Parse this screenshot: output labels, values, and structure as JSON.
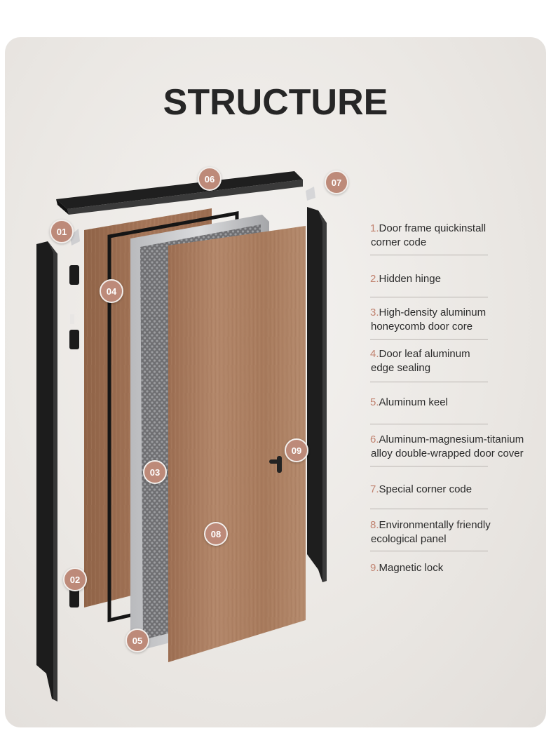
{
  "title": "STRUCTURE",
  "badges": {
    "b01": "01",
    "b02": "02",
    "b03": "03",
    "b04": "04",
    "b05": "05",
    "b06": "06",
    "b07": "07",
    "b08": "08",
    "b09": "09"
  },
  "legend": [
    {
      "num": "1.",
      "line1": "Door frame quickinstall",
      "line2": "corner code"
    },
    {
      "num": "2.",
      "line1": "Hidden hinge",
      "line2": ""
    },
    {
      "num": "3.",
      "line1": "High-density aluminum",
      "line2": "honeycomb door core"
    },
    {
      "num": "4.",
      "line1": "Door leaf aluminum",
      "line2": "edge sealing"
    },
    {
      "num": "5.",
      "line1": "Aluminum keel",
      "line2": ""
    },
    {
      "num": "6.",
      "line1": "Aluminum-magnesium-titanium",
      "line2": "alloy double-wrapped door cover"
    },
    {
      "num": "7.",
      "line1": "Special corner code",
      "line2": ""
    },
    {
      "num": "8.",
      "line1": "Environmentally friendly",
      "line2": "ecological panel"
    },
    {
      "num": "9.",
      "line1": "Magnetic lock",
      "line2": ""
    }
  ],
  "colors": {
    "badge": "#bd8a79",
    "number_text": "#c0826f",
    "wood": "#a8795a",
    "frame": "#222222"
  }
}
